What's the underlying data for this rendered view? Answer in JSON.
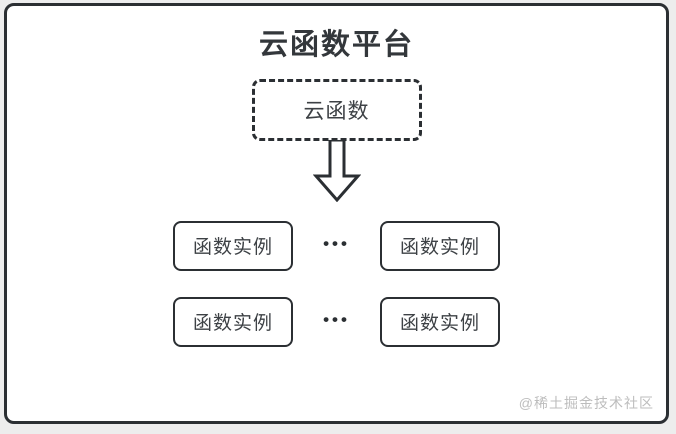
{
  "platform": {
    "title": "云函数平台",
    "source_box": {
      "label": "云函数"
    },
    "rows": [
      {
        "left": "函数实例",
        "ellipsis": "•••",
        "right": "函数实例"
      },
      {
        "left": "函数实例",
        "ellipsis": "•••",
        "right": "函数实例"
      }
    ],
    "watermark": "@稀土掘金技术社区"
  },
  "colors": {
    "border": "#2b2f33",
    "title_text": "#33373b",
    "box_text": "#3d4145",
    "watermark_text": "#bdbdbd",
    "canvas_bg": "#ffffff",
    "page_bg": "#ededed"
  }
}
